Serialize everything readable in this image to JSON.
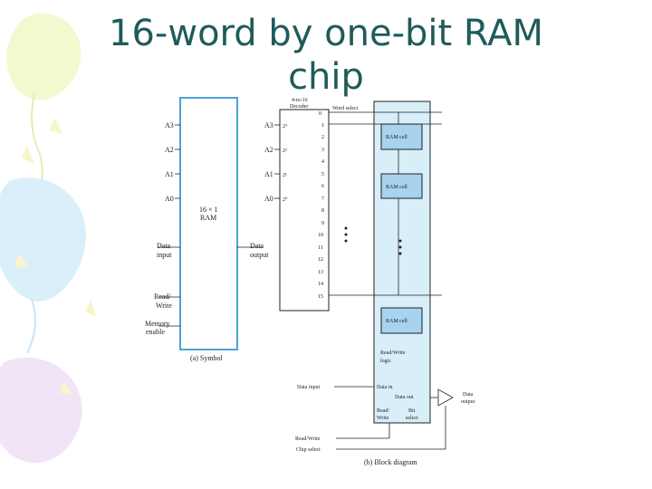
{
  "slide": {
    "title_line1": "16-word by one-bit RAM",
    "title_line2": "chip"
  },
  "symbol": {
    "addr_labels": [
      "A3",
      "A2",
      "A1",
      "A0"
    ],
    "name_line1": "16 × 1",
    "name_line2": "RAM",
    "data_input_line1": "Data",
    "data_input_line2": "input",
    "read_write_line1": "Read/",
    "read_write_line2": "Write",
    "memory_enable_line1": "Memory",
    "memory_enable_line2": "enable",
    "data_output_line1": "Data",
    "data_output_line2": "output",
    "caption": "(a) Symbol"
  },
  "block": {
    "decoder_line1": "4-to-16",
    "decoder_line2": "Decoder",
    "word_select": "Word select",
    "decoder_input_labels": [
      "A3",
      "A2",
      "A1",
      "A0"
    ],
    "decoder_input_weights": [
      "2³",
      "2²",
      "2¹",
      "2⁰"
    ],
    "decoder_outputs": [
      "0",
      "1",
      "2",
      "3",
      "4",
      "5",
      "6",
      "7",
      "8",
      "9",
      "10",
      "11",
      "12",
      "13",
      "14",
      "15"
    ],
    "ram_cell": "RAM cell",
    "rw_logic_line1": "Read/Write",
    "rw_logic_line2": "logic",
    "data_in": "Data in",
    "data_out": "Data out",
    "read_write_line1": "Read/",
    "read_write_line2": "Write",
    "bit_select_line1": "Bit",
    "bit_select_line2": "select",
    "data_input": "Data input",
    "data_output_line1": "Data",
    "data_output_line2": "output",
    "read_write_ext": "Read/Write",
    "chip_select": "Chip select",
    "caption": "(b) Block diagram"
  },
  "colors": {
    "title": "#1f5b5b",
    "cell_fill": "#a7d3ef",
    "column_fill": "#d8eef9",
    "symbol_border": "#4da3d6"
  }
}
